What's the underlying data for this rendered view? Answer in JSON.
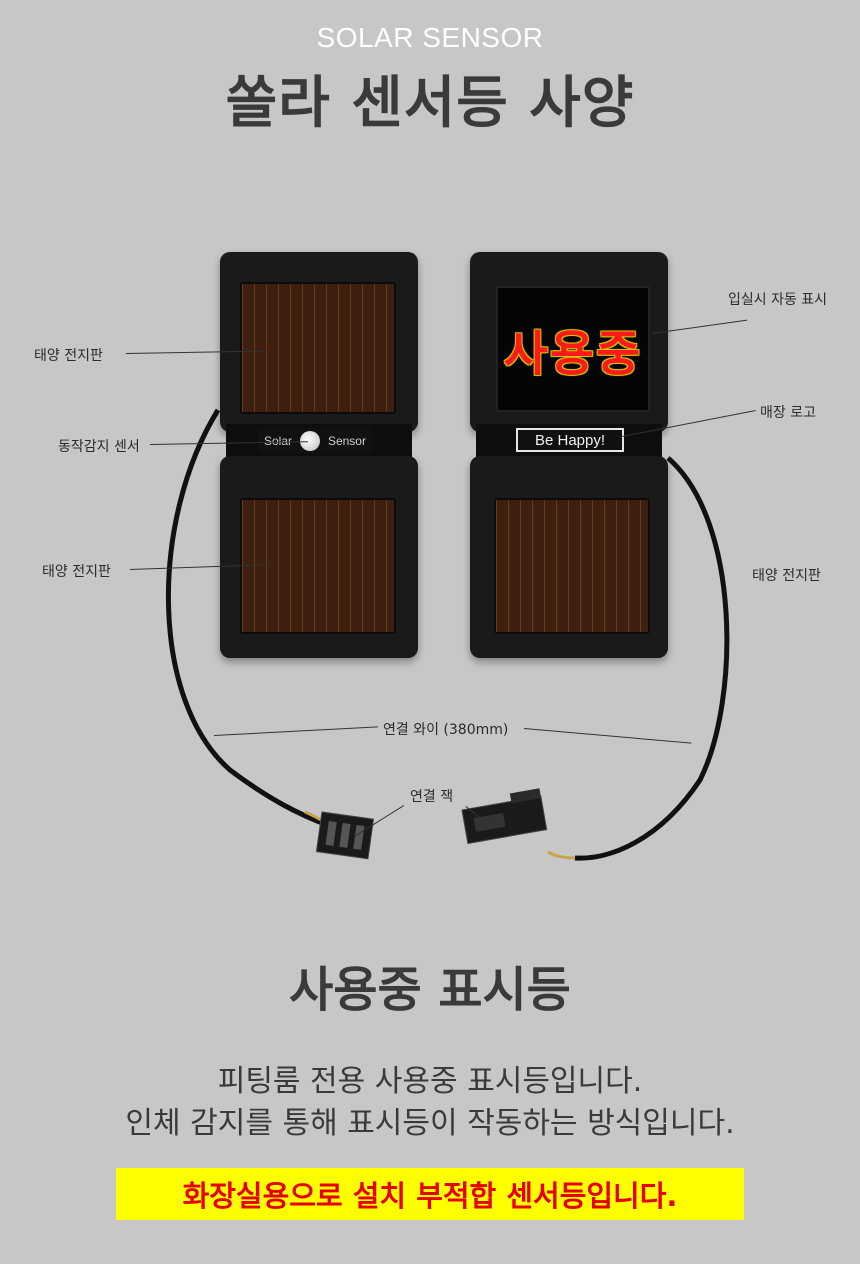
{
  "header": {
    "eyebrow": "SOLAR SENSOR",
    "title": "쏠라 센서등 사양"
  },
  "device": {
    "display_text": "사용중",
    "logo_text": "Be Happy!",
    "sensor_left": "Solar",
    "sensor_right": "Sensor"
  },
  "labels": {
    "solar_top_left": "태양 전지판",
    "motion_sensor": "동작감지 센서",
    "solar_bottom_left": "태양 전지판",
    "auto_display": "입실시 자동 표시",
    "store_logo": "매장 로고",
    "solar_right": "태양 전지판",
    "wire": "연결 와이 (380mm)",
    "jack": "연결 잭"
  },
  "section": {
    "title": "사용중 표시등",
    "line1": "피팅룸 전용 사용중 표시등입니다.",
    "line2": "인체 감지를 통해 표시등이 작동하는 방식입니다.",
    "warning": "화장실용으로 설치 부적합 센서등입니다."
  },
  "colors": {
    "background": "#c7c7c7",
    "warning_bg": "#ffff00",
    "warning_text": "#e60000",
    "display_text": "#ff1a1a"
  }
}
